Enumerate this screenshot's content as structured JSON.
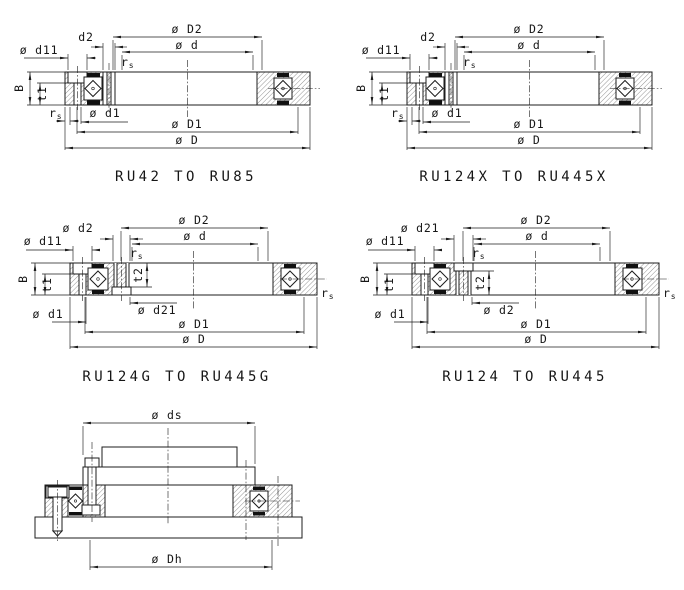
{
  "drawing": {
    "line_color": "#1c1c1c",
    "background": "#ffffff",
    "description": "Cross-section dimension drawings of crossed roller bearings"
  },
  "dims": {
    "D2": "ø D2",
    "d": "ø d",
    "d2_plain": "d2",
    "d2": "ø d2",
    "d11": "ø d11",
    "d21": "ø d21",
    "d1": "ø d1",
    "D1": "ø D1",
    "D": "ø D",
    "B": "B",
    "t1": "t1",
    "t2": "t2",
    "ds": "ø ds",
    "Dh": "ø Dh",
    "rs_base": "r",
    "rs_sub": "s"
  },
  "panels": {
    "p1": {
      "title": "RU42 TO RU85"
    },
    "p2": {
      "title": "RU124X TO RU445X"
    },
    "p3": {
      "title": "RU124G TO RU445G"
    },
    "p4": {
      "title": "RU124 TO RU445"
    },
    "p5": {
      "title": ""
    }
  }
}
